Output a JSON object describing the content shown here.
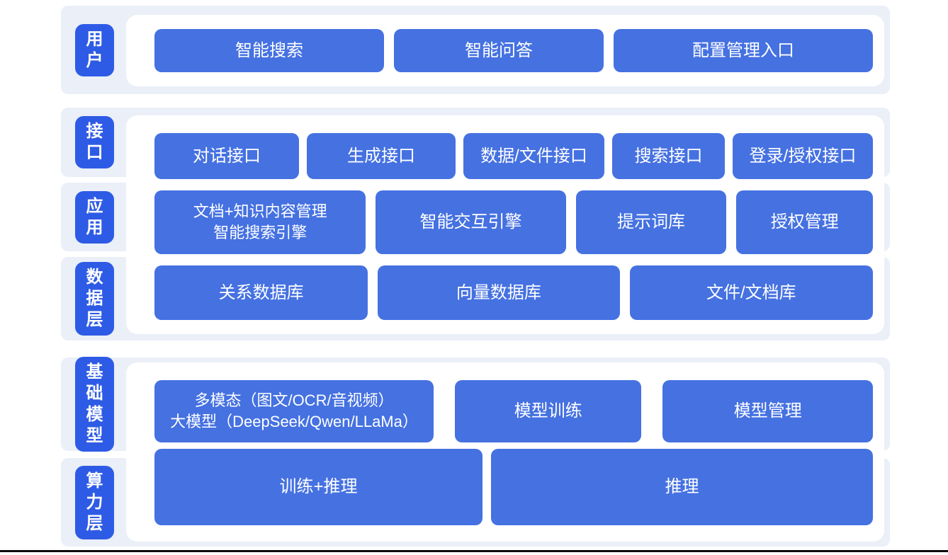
{
  "colors": {
    "button_blue": "#4571E1",
    "label_blue": "#2E5BE5",
    "band_bg": "#EAEFF8",
    "panel_bg": "#FFFFFF",
    "page_bg": "#FFFFFF",
    "bottom_rule": "#0C0C0C",
    "text_white": "#FFFFFF"
  },
  "layers": [
    {
      "label": "用\n户"
    },
    {
      "label": "接\n口"
    },
    {
      "label": "应\n用"
    },
    {
      "label": "数\n据\n层"
    },
    {
      "label": "基\n础\n模\n型"
    },
    {
      "label": "算\n力\n层"
    }
  ],
  "groups": [
    {
      "rows": [
        {
          "buttons": [
            "智能搜索",
            "智能问答",
            "配置管理入口"
          ]
        }
      ]
    },
    {
      "rows": [
        {
          "buttons": [
            "对话接口",
            "生成接口",
            "数据/文件接口",
            "搜索接口",
            "登录/授权接口"
          ]
        },
        {
          "buttons": [
            "文档+知识内容管理\n智能搜索引擎",
            "智能交互引擎",
            "提示词库",
            "授权管理"
          ]
        },
        {
          "buttons": [
            "关系数据库",
            "向量数据库",
            "文件/文档库"
          ]
        }
      ]
    },
    {
      "rows": [
        {
          "buttons": [
            "多模态（图文/OCR/音视频）\n大模型（DeepSeek/Qwen/LLaMa）",
            "模型训练",
            "模型管理"
          ]
        },
        {
          "buttons": [
            "训练+推理",
            "推理"
          ]
        }
      ]
    }
  ]
}
